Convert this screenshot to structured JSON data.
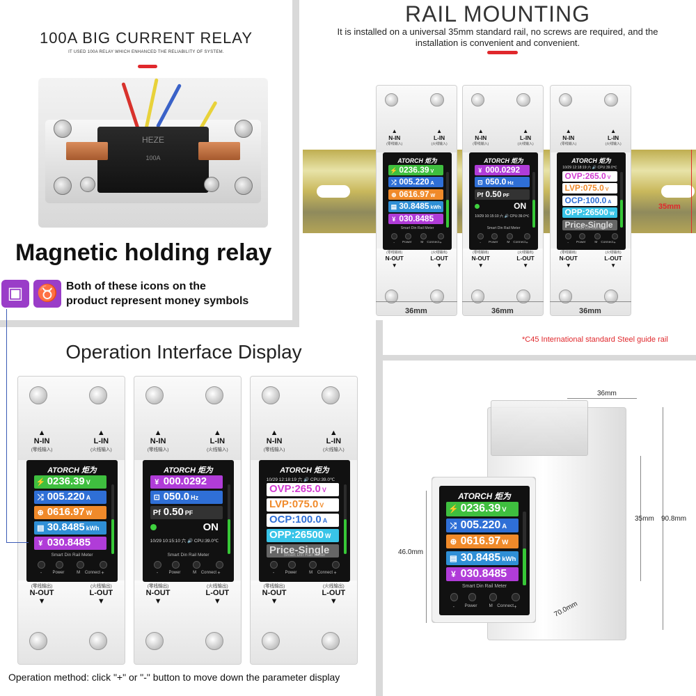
{
  "relay": {
    "title": "100A BIG CURRENT RELAY",
    "subtitle": "IT USED 100A RELAY WHICH ENHANCED THE RELIABILITY OF SYSTEM.",
    "brand_text": "HEZE",
    "rating_text": "100A",
    "heading": "Magnetic holding relay",
    "money_text_line1": "Both of these icons on the",
    "money_text_line2": "product represent money symbols"
  },
  "rail": {
    "title": "RAIL MOUNTING",
    "subtitle_line1": "It is installed on a universal 35mm standard rail, no screws are required, and the",
    "subtitle_line2": "installation is convenient and convenient.",
    "height_label": "35mm",
    "width_label": "36mm",
    "note": "*C45 International standard Steel guide rail"
  },
  "operation": {
    "title": "Operation Interface Display",
    "footer": "Operation method: click \"+\" or \"-\" button to move down the parameter display"
  },
  "product_dims": {
    "width": "36mm",
    "depth": "70.0mm",
    "front_height": "46.0mm",
    "rail_height": "35mm",
    "total_height": "90.8mm"
  },
  "meter_labels": {
    "n_in": "N-IN",
    "l_in": "L-IN",
    "n_in_cn": "(零线输入)",
    "l_in_cn": "(火线输入)",
    "n_out": "N-OUT",
    "l_out": "L-OUT",
    "n_out_cn": "(零线输出)",
    "l_out_cn": "(火线输出)",
    "brand": "ATORCH 炬为",
    "model": "Smart Din Rail Meter",
    "btn_power": "Power",
    "btn_m": "M",
    "btn_connect": "Connect",
    "btn_minus": "-",
    "btn_plus": "+"
  },
  "screens": [
    {
      "rows": [
        {
          "icon": "⚡",
          "value": "0236.39",
          "unit": "V",
          "color": "#3fbf3f"
        },
        {
          "icon": "⤮",
          "value": "005.220",
          "unit": "A",
          "color": "#2f6fd6"
        },
        {
          "icon": "⊕",
          "value": "0616.97",
          "unit": "W",
          "color": "#f08a2a"
        },
        {
          "icon": "▤",
          "value": "30.8485",
          "unit": "kWh",
          "color": "#2f8fd6"
        },
        {
          "icon": "¥",
          "value": "030.8485",
          "unit": "",
          "color": "#b03cd8"
        }
      ],
      "info": "",
      "status": ""
    },
    {
      "rows": [
        {
          "icon": "¥",
          "value": "000.0292",
          "unit": "",
          "color": "#b03cd8"
        },
        {
          "icon": "⊡",
          "value": "050.0",
          "unit": "Hz",
          "color": "#2f6fd6"
        },
        {
          "icon": "Pf",
          "value": "0.50",
          "unit": "PF",
          "color": "#333333"
        }
      ],
      "status": "ON",
      "info": "10/29 10:15:10 六 🔊 CPU:39.0℃"
    },
    {
      "rows": [
        {
          "icon": "",
          "value": "OVP:265.0",
          "unit": "V",
          "color": "#ffffff",
          "text_color": "#d23cd2"
        },
        {
          "icon": "",
          "value": "LVP:075.0",
          "unit": "V",
          "color": "#ffffff",
          "text_color": "#f08a2a"
        },
        {
          "icon": "",
          "value": "OCP:100.0",
          "unit": "A",
          "color": "#ffffff",
          "text_color": "#2f6fd6"
        },
        {
          "icon": "",
          "value": "OPP:26500",
          "unit": "W",
          "color": "#38c4e8",
          "text_color": "#ffffff"
        },
        {
          "icon": "",
          "value": "Price-Single",
          "unit": "",
          "color": "#666666",
          "text_color": "#dddddd"
        }
      ],
      "info": "10/29 12:18:19 六 🔊 CPU:39.0℃",
      "status": ""
    }
  ],
  "colors": {
    "accent_red": "#e0282c",
    "money_purple": "#9a3dc8",
    "callout_blue": "#3a5ab5"
  }
}
